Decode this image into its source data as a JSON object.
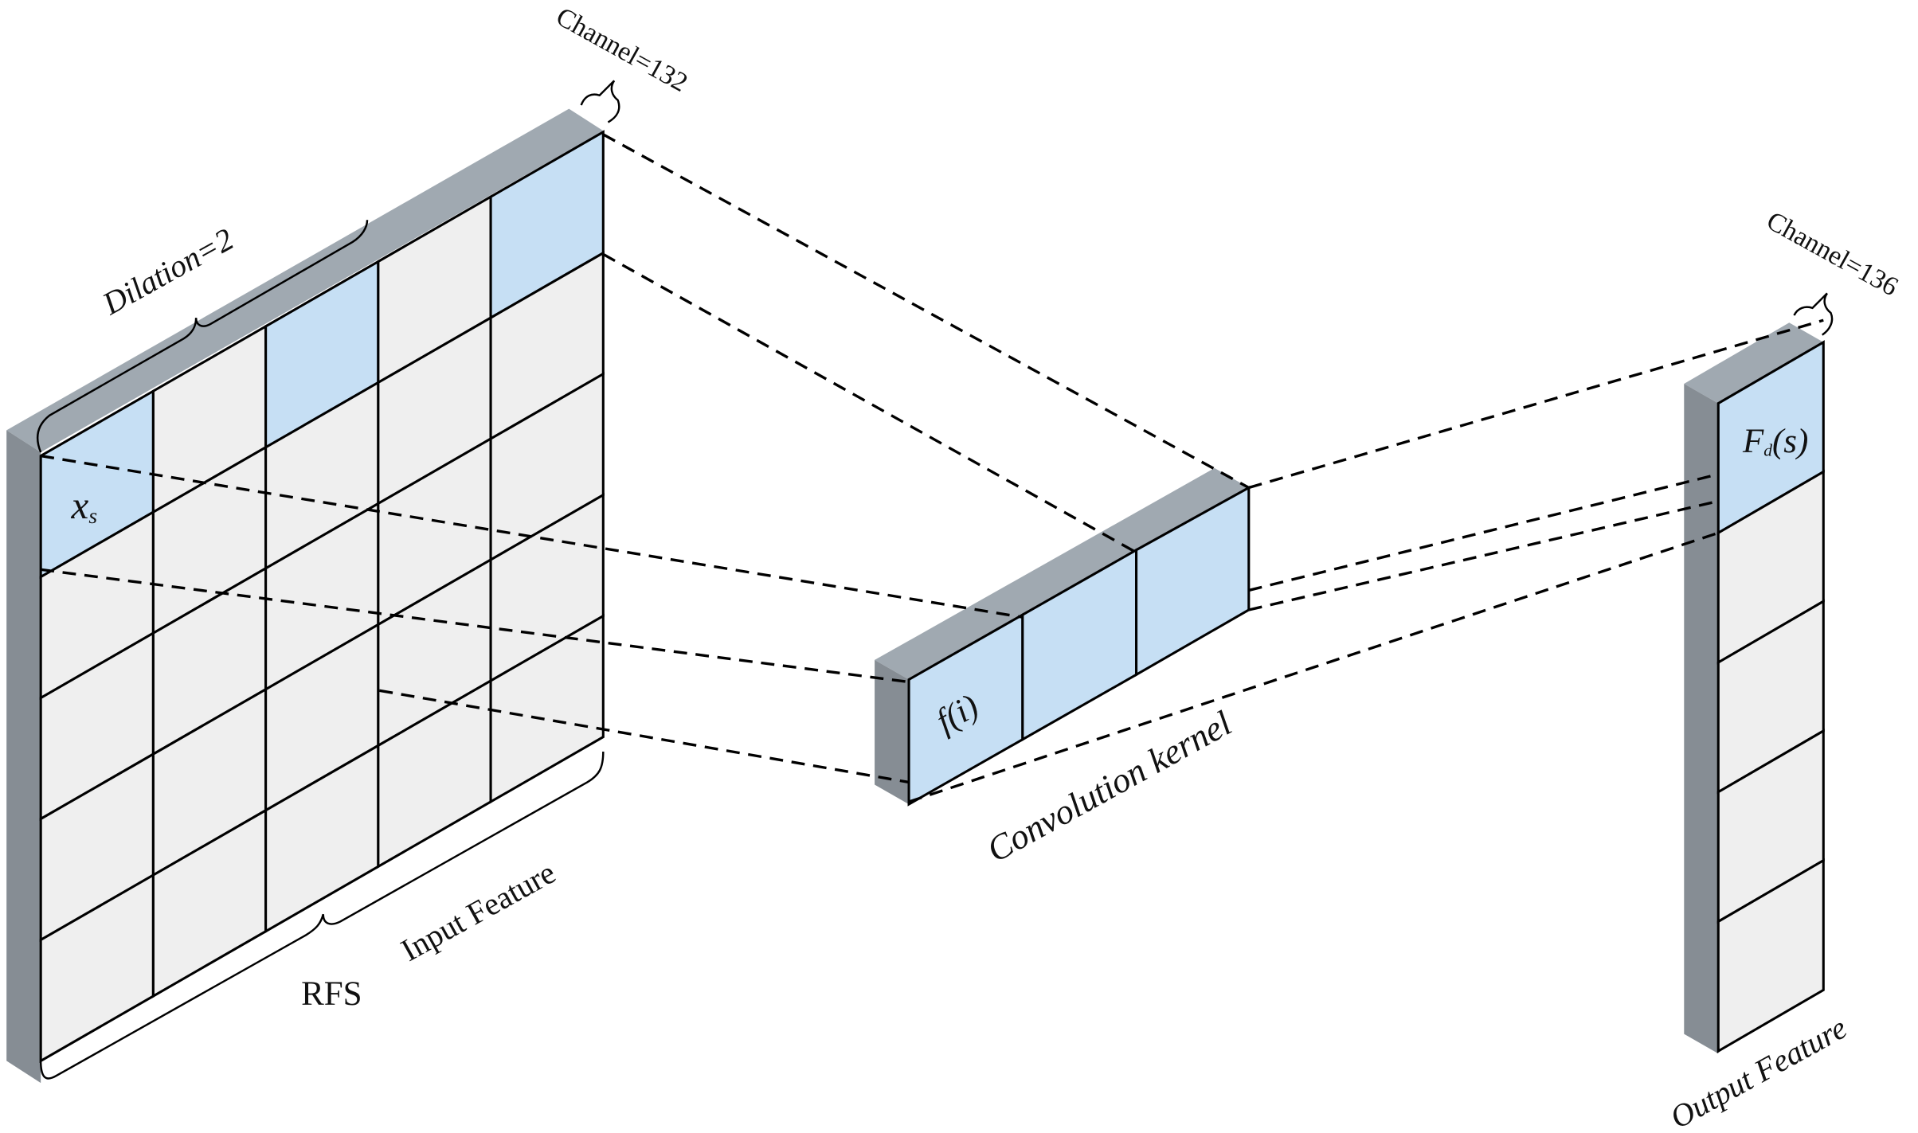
{
  "labels": {
    "input_channel": "Channel=132",
    "dilation": "Dilation=2",
    "input_cell": "x",
    "input_cell_sub": "s",
    "rfs": "RFS",
    "input_feature": "Input Feature",
    "kernel_cell": "f(i)",
    "convolution_kernel": "Convolution kernel",
    "output_channel": "Channel=136",
    "output_cell": "F",
    "output_cell_sub": "d",
    "output_cell_arg": "(s)",
    "output_feature": "Output Feature"
  },
  "colors": {
    "cell_fill": "#efefef",
    "highlight_fill": "#c6dff4",
    "top_face": "#a0a9b1",
    "side_face": "#868d94",
    "line": "#000000"
  }
}
